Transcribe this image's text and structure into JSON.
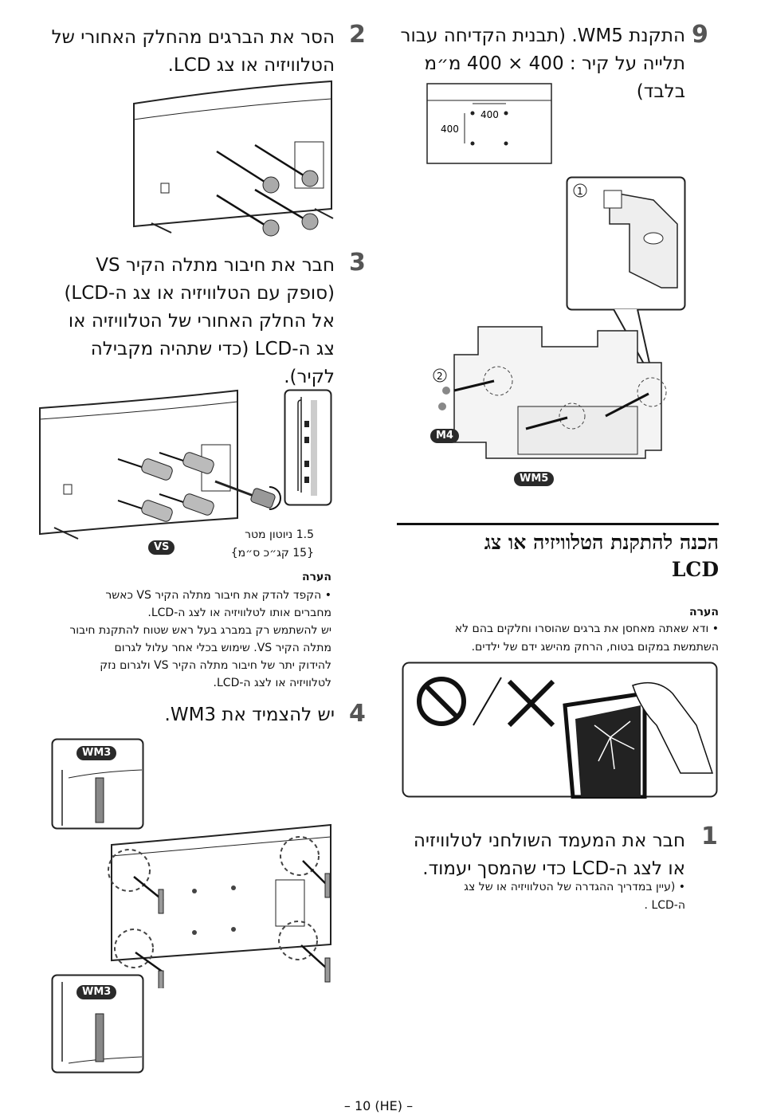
{
  "right_col": {
    "step9": {
      "num": "9",
      "line1": "התקנת WM5. (תבנית הקדיחה עבור",
      "line2": "תלייה על קיר : 400 × 400 מ״מ בלבד)",
      "pattern_h": "400",
      "pattern_v": "400"
    },
    "labels": {
      "callout1": "1",
      "callout2": "2",
      "m4": "M4",
      "wm5": "WM5"
    },
    "section": {
      "line1": "הכנה להתקנת הטלוויזיה או צג",
      "line2": "LCD"
    },
    "note": {
      "title": "הערה",
      "line1": "• ודא שאתה מאחסן את ברגים שהוסרו וחלקים בהם לא",
      "line2": "השתמשת במקום בטוח, הרחק מהישג ידם של ילדים."
    },
    "step1": {
      "num": "1",
      "line1": "חבר את המעמד השולחני לטלוויזיה",
      "line2": "או לצג ה-LCD כדי שהמסך יעמוד.",
      "bullet1": "• (עיין במדריך ההגדרה של הטלוויזיה או של צג",
      "bullet2": "ה-LCD ."
    }
  },
  "left_col": {
    "step2": {
      "num": "2",
      "line1": "הסר את הברגים מהחלק האחורי של",
      "line2": "הטלוויזיה או צג LCD."
    },
    "step3": {
      "num": "3",
      "line1": "חבר את חיבור מתלה הקיר VS",
      "line2": "(סופק עם הטלוויזיה או צג ה-LCD)",
      "line3": "אל החלק האחורי של הטלוויזיה או",
      "line4": "צג ה-LCD (כדי שתהיה מקבילה",
      "line5": "לקיר).",
      "torque1": "1.5 ניוטון מטר",
      "torque2": "{15 קג״כ ס״מ}",
      "vs_label": "VS"
    },
    "note": {
      "title": "הערה",
      "l1": "• הקפד להדק את חיבור מתלה הקיר VS כאשר",
      "l2": "מחברים אותו לטלוויזיה או לצג ה-LCD.",
      "l3": "יש להשתמש רק במברג בעל ראש שטוח להתקנת חיבור",
      "l4": "מתלה הקיר VS. שימוש בכלי אחר עלול לגרום",
      "l5": "להידוק יתר של חיבור מתלה הקיר VS ולגרום נזק",
      "l6": "לטלוויזיה או לצג ה-LCD."
    },
    "step4": {
      "num": "4",
      "line1": "יש להצמיד את WM3.",
      "wm3_top": "WM3",
      "wm3_bottom": "WM3"
    }
  },
  "footer": {
    "page": "– 10 (HE) –"
  },
  "colors": {
    "pill": "#2a2a2a",
    "badge": "#333333",
    "step_number": "#555555"
  }
}
